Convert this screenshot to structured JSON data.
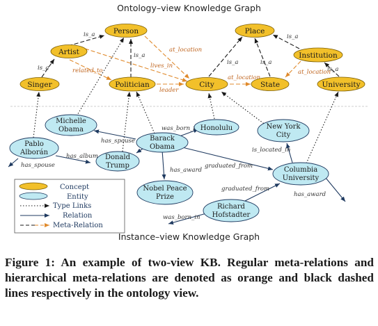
{
  "titles": {
    "ontology": "Ontology–view Knowledge Graph",
    "instance": "Instance–view Knowledge Graph"
  },
  "concepts": [
    {
      "id": "person",
      "label": "Person"
    },
    {
      "id": "artist",
      "label": "Artist"
    },
    {
      "id": "singer",
      "label": "Singer"
    },
    {
      "id": "politician",
      "label": "Politician"
    },
    {
      "id": "city",
      "label": "City"
    },
    {
      "id": "place",
      "label": "Place"
    },
    {
      "id": "institution",
      "label": "Institution"
    },
    {
      "id": "state",
      "label": "State"
    },
    {
      "id": "university",
      "label": "University"
    }
  ],
  "entities": [
    {
      "id": "michelle",
      "label": [
        "Michelle",
        "Obama"
      ]
    },
    {
      "id": "barack",
      "label": [
        "Barack",
        "Obama"
      ]
    },
    {
      "id": "honolulu",
      "label": [
        "Honolulu"
      ]
    },
    {
      "id": "nyc",
      "label": [
        "New York",
        "City"
      ]
    },
    {
      "id": "pablo",
      "label": [
        "Pablo",
        "Alborán"
      ]
    },
    {
      "id": "trump",
      "label": [
        "Donald",
        "Trump"
      ]
    },
    {
      "id": "columbia",
      "label": [
        "Columbia",
        "University"
      ]
    },
    {
      "id": "nobel",
      "label": [
        "Nobel Peace",
        "Prize"
      ]
    },
    {
      "id": "richard",
      "label": [
        "Richard",
        "Hofstadter"
      ]
    }
  ],
  "edge_labels": {
    "is_a": "is_a",
    "at_location": "at_location",
    "lives_in": "lives_in",
    "related_to": "related_to",
    "leader": "leader",
    "was_born_in": "was_born_in",
    "has_spouse": "has_spouse",
    "has_album": "has_album",
    "has_award": "has_award",
    "graduated_from": "graduated_from",
    "is_located_in": "is_located_in"
  },
  "legend": {
    "concept": "Concept",
    "entity": "Entity",
    "type_links": "Type Links",
    "relation": "Relation",
    "meta_relation": "Meta-Relation"
  },
  "colors": {
    "concept_fill": "#f2c02a",
    "entity_fill": "#bfe9f2",
    "meta_relation": "#e08a2c",
    "text_dark": "#1a1a1a"
  },
  "caption": "Figure 1: An example of two-view KB. Regular meta-relations and hierarchical meta-relations are denoted as orange and black dashed lines respectively in the ontology view."
}
